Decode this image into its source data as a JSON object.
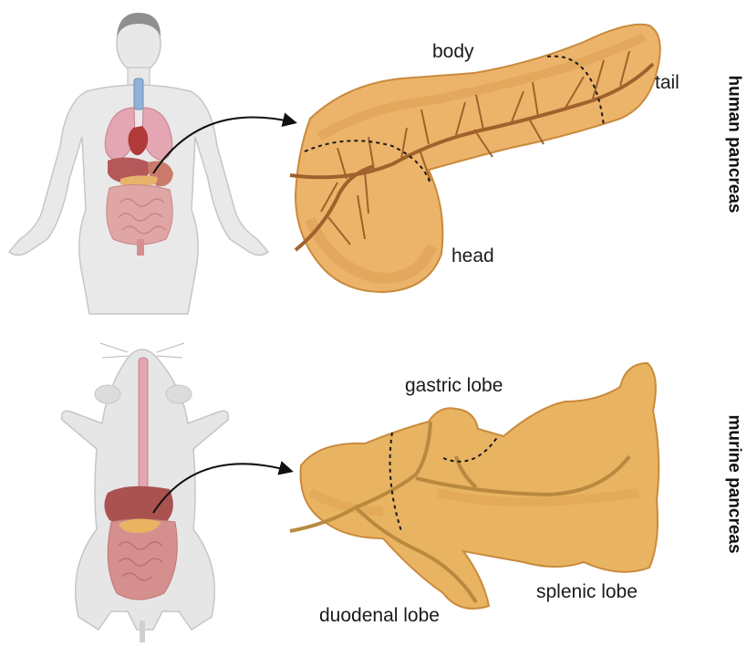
{
  "human": {
    "section_title": "human pancreas",
    "labels": {
      "body": "body",
      "tail": "tail",
      "head": "head"
    }
  },
  "murine": {
    "section_title": "murine pancreas",
    "labels": {
      "gastric": "gastric lobe",
      "splenic": "splenic lobe",
      "duodenal": "duodenal lobe"
    }
  },
  "colors": {
    "pancreas_fill": "#ecb46a",
    "pancreas_shade": "#d99a4e",
    "pancreas_outline": "#c98a3c",
    "duct_human": "#a0612c",
    "murine_fill": "#e9b462",
    "murine_duct": "#b8893e",
    "body_gray": "#e6e6e6",
    "organ_pink": "#d98a8a"
  }
}
